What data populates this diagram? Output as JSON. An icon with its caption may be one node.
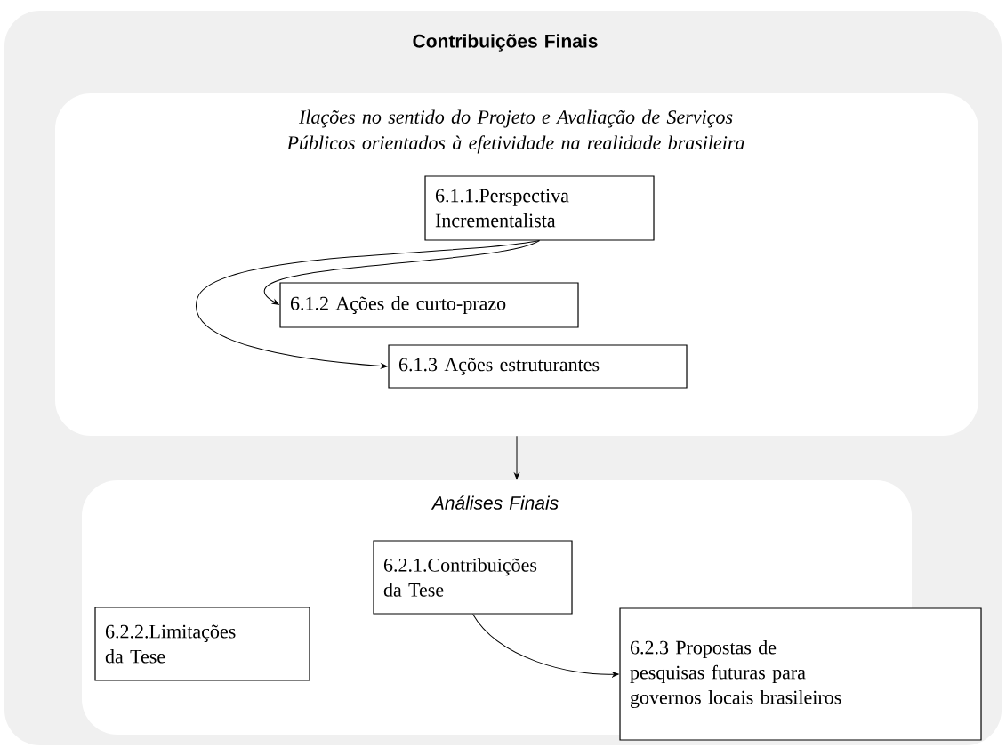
{
  "diagram": {
    "nodes": [
      {
        "text": [
          "Contribuições  Finais"
        ]
      },
      {
        "text": [
          "Ilações no sentido do Projeto e Avaliação de Serviços Públicos orientados à efetividade na realidade brasileira"
        ],
        "in": 0
      },
      {
        "text": [
          "6.1.1.Perspectiva Incrementalista"
        ],
        "in": 1
      },
      {
        "text": [
          "6.1.2 Ações de curto-prazo"
        ],
        "in": 1
      },
      {
        "text": [
          "6.1.3 Ações estruturantes"
        ],
        "in": 1
      },
      {
        "text": [
          "Análises Finais"
        ],
        "in": 0
      },
      {
        "text": [
          "6.2.1.Contribuições da Tese"
        ],
        "in": 5
      },
      {
        "text": [
          "6.2.2.Limitações da Tese"
        ],
        "in": 5
      },
      {
        "text": [
          "6.2.3 Propostas de pesquisas futuras para governos locais brasileiros"
        ],
        "in": 0
      }
    ],
    "edges": [
      {
        "from": 2,
        "to": 3,
        "arrow": "to"
      },
      {
        "from": 2,
        "to": 4,
        "arrow": "to"
      },
      {
        "from": 1,
        "to": 5,
        "arrow": "to"
      },
      {
        "from": 6,
        "to": 8,
        "arrow": "to"
      }
    ]
  }
}
